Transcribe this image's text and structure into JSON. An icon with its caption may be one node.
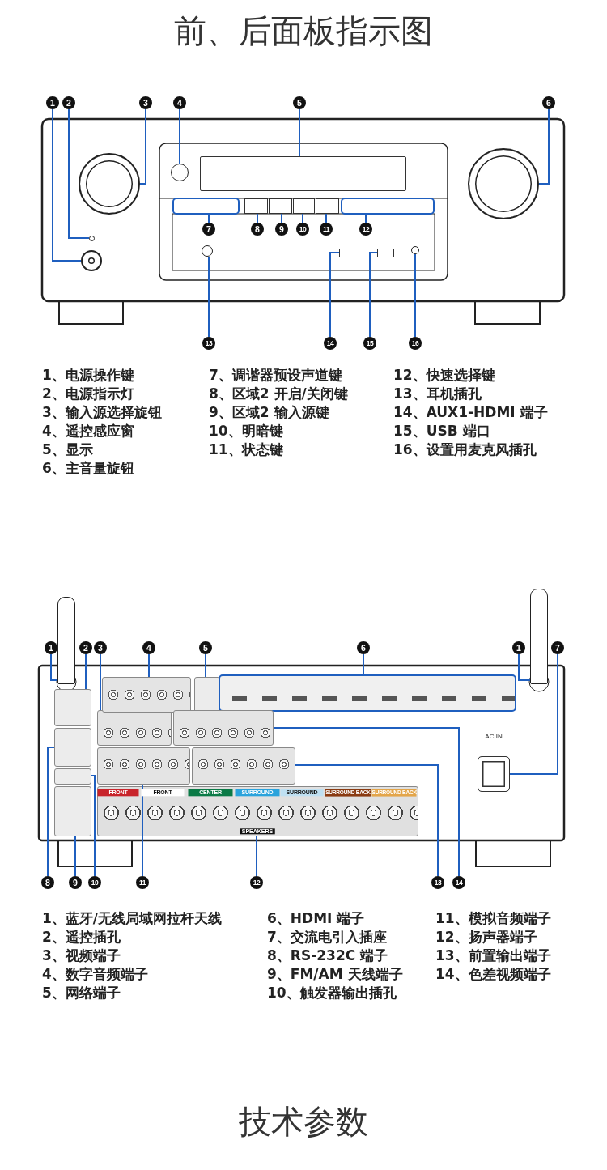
{
  "diagram": {
    "title": "前、后面板指示图",
    "nodes": [
      {
        "text": [
          "1"
        ]
      },
      {
        "text": [
          "2"
        ]
      },
      {
        "text": [
          "3"
        ]
      },
      {
        "text": [
          "4"
        ]
      },
      {
        "text": [
          "5"
        ]
      },
      {
        "text": [
          "6"
        ]
      },
      {
        "text": [
          "7"
        ]
      },
      {
        "text": [
          "8"
        ]
      },
      {
        "text": [
          "9"
        ]
      },
      {
        "text": [
          "10"
        ]
      },
      {
        "text": [
          "11"
        ]
      },
      {
        "text": [
          "12"
        ]
      },
      {
        "text": [
          "13"
        ]
      },
      {
        "text": [
          "14"
        ]
      },
      {
        "text": [
          "15"
        ]
      },
      {
        "text": [
          "16"
        ]
      },
      {
        "text": [],
        "shape": "circle"
      },
      {
        "text": [],
        "shape": "circle"
      },
      {
        "text": [],
        "shape": "circle"
      },
      {
        "text": [],
        "shape": "circle"
      },
      {
        "text": [],
        "shape": "box"
      },
      {
        "text": [],
        "shape": "circle"
      },
      {
        "text": [],
        "shape": "box"
      },
      {
        "text": [],
        "shape": "box"
      },
      {
        "text": [],
        "shape": "box"
      },
      {
        "text": [],
        "shape": "box"
      },
      {
        "text": [],
        "shape": "box"
      },
      {
        "text": [],
        "shape": "box"
      },
      {
        "text": [],
        "shape": "circle"
      },
      {
        "text": [],
        "shape": "box"
      },
      {
        "text": [],
        "shape": "box"
      },
      {
        "text": [],
        "shape": "circle"
      },
      {
        "text": [
          "1"
        ]
      },
      {
        "text": [
          "2"
        ]
      },
      {
        "text": [
          "3"
        ]
      },
      {
        "text": [
          "4"
        ]
      },
      {
        "text": [
          "5"
        ]
      },
      {
        "text": [
          "6"
        ]
      },
      {
        "text": [
          "1"
        ]
      },
      {
        "text": [
          "7"
        ]
      },
      {
        "text": [
          "8"
        ]
      },
      {
        "text": [
          "9"
        ]
      },
      {
        "text": [
          "10"
        ]
      },
      {
        "text": [
          "11"
        ]
      },
      {
        "text": [
          "12"
        ]
      },
      {
        "text": [
          "13"
        ]
      },
      {
        "text": [
          "14"
        ]
      },
      {
        "text": [],
        "shape": "bar"
      },
      {
        "text": [],
        "shape": "box"
      },
      {
        "text": [],
        "shape": "box"
      },
      {
        "text": [],
        "shape": "box"
      },
      {
        "text": [],
        "shape": "box"
      },
      {
        "text": [],
        "shape": "box"
      },
      {
        "text": [],
        "shape": "bar"
      },
      {
        "text": [],
        "shape": "box"
      },
      {
        "text": [],
        "shape": "box"
      },
      {
        "text": [],
        "shape": "box"
      },
      {
        "text": [],
        "shape": "box"
      },
      {
        "text": [],
        "shape": "box"
      },
      {
        "text": [],
        "shape": "box"
      },
      {
        "text": [],
        "shape": "box"
      },
      {
        "text": [],
        "shape": "box"
      }
    ],
    "edges": [
      {
        "from": 0,
        "to": 16,
        "arrow": "none"
      },
      {
        "from": 1,
        "to": 17,
        "arrow": "none"
      },
      {
        "from": 2,
        "to": 18,
        "arrow": "none"
      },
      {
        "from": 3,
        "to": 19,
        "arrow": "none"
      },
      {
        "from": 4,
        "to": 20,
        "arrow": "none"
      },
      {
        "from": 5,
        "to": 21,
        "arrow": "none"
      },
      {
        "from": 6,
        "to": 22,
        "arrow": "none"
      },
      {
        "from": 7,
        "to": 23,
        "arrow": "none"
      },
      {
        "from": 8,
        "to": 24,
        "arrow": "none"
      },
      {
        "from": 9,
        "to": 25,
        "arrow": "none"
      },
      {
        "from": 10,
        "to": 26,
        "arrow": "none"
      },
      {
        "from": 11,
        "to": 27,
        "arrow": "none"
      },
      {
        "from": 12,
        "to": 28,
        "arrow": "none"
      },
      {
        "from": 13,
        "to": 29,
        "arrow": "none"
      },
      {
        "from": 14,
        "to": 30,
        "arrow": "none"
      },
      {
        "from": 15,
        "to": 31,
        "arrow": "none"
      },
      {
        "from": 32,
        "to": 47,
        "arrow": "none"
      },
      {
        "from": 33,
        "to": 48,
        "arrow": "none"
      },
      {
        "from": 34,
        "to": 49,
        "arrow": "none"
      },
      {
        "from": 35,
        "to": 50,
        "arrow": "none"
      },
      {
        "from": 36,
        "to": 51,
        "arrow": "none"
      },
      {
        "from": 37,
        "to": 52,
        "arrow": "none"
      },
      {
        "from": 38,
        "to": 53,
        "arrow": "none"
      },
      {
        "from": 39,
        "to": 54,
        "arrow": "none"
      },
      {
        "from": 40,
        "to": 55,
        "arrow": "none"
      },
      {
        "from": 41,
        "to": 56,
        "arrow": "none"
      },
      {
        "from": 42,
        "to": 57,
        "arrow": "none"
      },
      {
        "from": 43,
        "to": 58,
        "arrow": "none"
      },
      {
        "from": 44,
        "to": 59,
        "arrow": "none"
      },
      {
        "from": 45,
        "to": 60,
        "arrow": "none"
      },
      {
        "from": 46,
        "to": 61,
        "arrow": "none"
      }
    ],
    "labels": [
      "1、电源操作键",
      "2、电源指示灯",
      "3、输入源选择旋钮",
      "4、遥控感应窗",
      "5、显示",
      "6、主音量旋钮",
      "7、调谐器预设声道键",
      "8、区域2 开启/关闭键",
      "9、区域2 输入源键",
      "10、明暗键",
      "11、状态键",
      "12、快速选择键",
      "13、耳机插孔",
      "14、AUX1-HDMI 端子",
      "15、USB 端口",
      "16、设置用麦克风插孔",
      "FRONT",
      "FRONT",
      "CENTER",
      "SURROUND",
      "SURROUND",
      "SURROUND BACK",
      "SURROUND BACK",
      "SPEAKERS",
      "AC IN",
      "1、蓝牙/无线局域网拉杆天线",
      "2、遥控插孔",
      "3、视频端子",
      "4、数字音频端子",
      "5、网络端子",
      "6、HDMI 端子",
      "7、交流电引入插座",
      "8、RS-232C 端子",
      "9、FM/AM 天线端子",
      "10、触发器输出插孔",
      "11、模拟音频端子",
      "12、扬声器端子",
      "13、前置输出端子",
      "14、色差视频端子",
      "技术参数"
    ]
  }
}
